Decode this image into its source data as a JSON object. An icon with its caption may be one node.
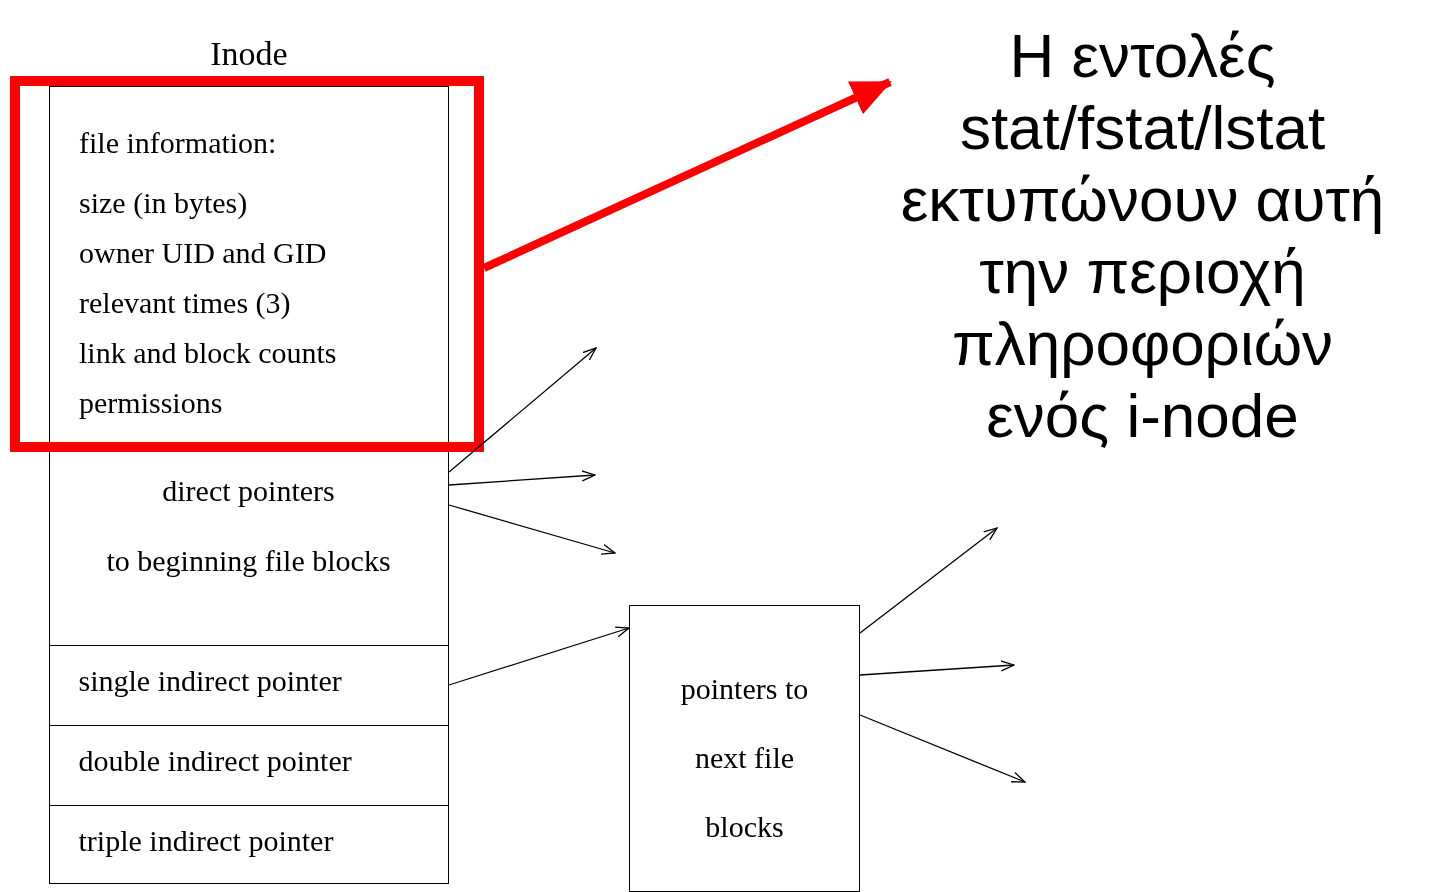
{
  "diagram": {
    "nodes": [
      {
        "text": [
          "Inode"
        ]
      },
      {
        "text": [
          "file information:",
          "size (in bytes)",
          "owner UID and GID",
          "relevant times (3)",
          "link and block counts",
          "permissions"
        ],
        "in": 6
      },
      {
        "text": [
          "direct pointers",
          "to beginning file blocks"
        ],
        "in": 0
      },
      {
        "text": [
          "single indirect pointer"
        ],
        "in": 0
      },
      {
        "text": [
          "double indirect pointer"
        ],
        "in": 0
      },
      {
        "text": [
          "triple indirect pointer"
        ],
        "in": 0
      },
      {
        "text": [],
        "shape": "box"
      },
      {
        "text": [
          "Η εντολές stat/fstat/lstat εκτυπώνουν αυτή την περιοχή πληροφοριών ενός i-node"
        ]
      },
      {
        "text": [
          "pointers to next file blocks"
        ]
      }
    ],
    "edges": [
      {
        "from": 6,
        "to": 7,
        "arrow": "to",
        "style": "thick",
        "color": "#ff0000"
      },
      {
        "from": 2,
        "to": null,
        "arrow": "to"
      },
      {
        "from": 2,
        "to": null,
        "arrow": "to"
      },
      {
        "from": 2,
        "to": null,
        "arrow": "to"
      },
      {
        "from": 3,
        "to": 8,
        "arrow": "to"
      },
      {
        "from": 8,
        "to": null,
        "arrow": "to"
      },
      {
        "from": 8,
        "to": null,
        "arrow": "to"
      },
      {
        "from": 8,
        "to": null,
        "arrow": "to"
      }
    ]
  }
}
